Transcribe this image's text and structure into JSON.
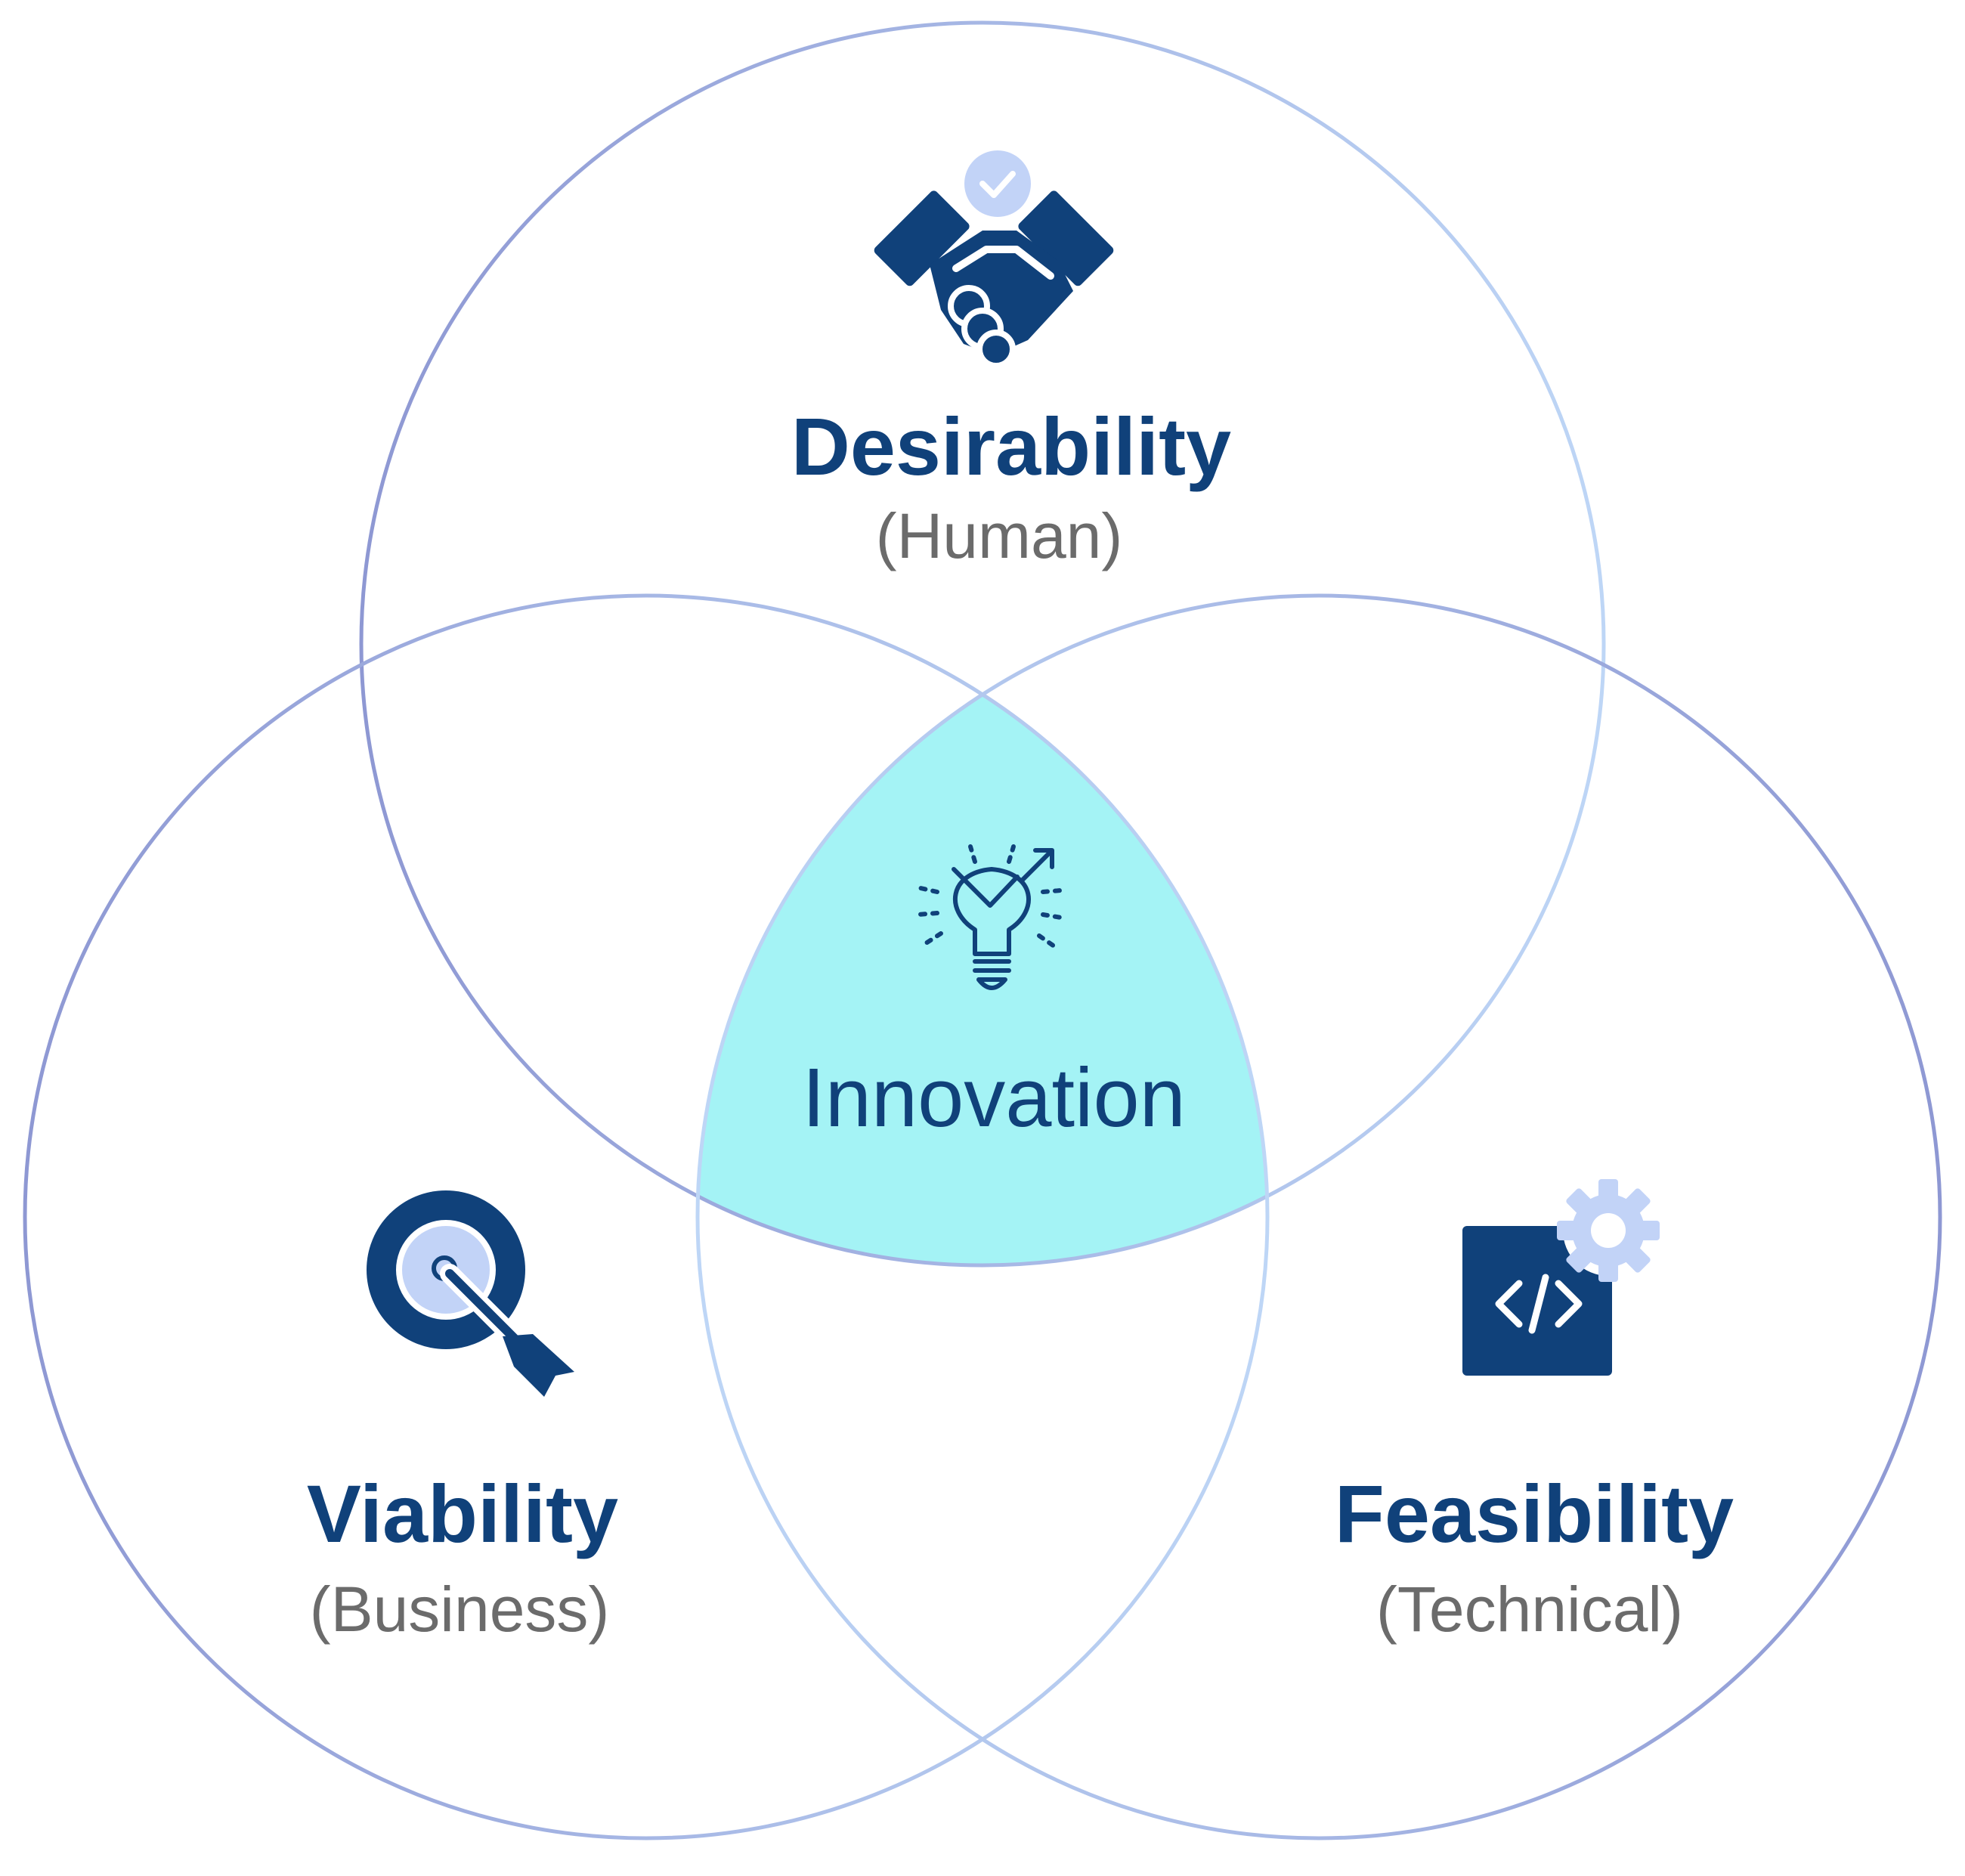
{
  "colors": {
    "navy": "#10417A",
    "light_blue": "#C2D3F7",
    "center_fill": "#A4F3F5",
    "circle_stroke_dark": "#8E98D3",
    "circle_stroke_light": "#BED6F6",
    "subtitle_gray": "#6B6B6B"
  },
  "desirability": {
    "title": "Desirability",
    "subtitle": "(Human)",
    "icon": "handshake-icon"
  },
  "viability": {
    "title": "Viability",
    "subtitle": "(Business)",
    "icon": "target-arrow-icon"
  },
  "feasibility": {
    "title": "Feasibility",
    "subtitle": "(Technical)",
    "icon": "code-gear-icon"
  },
  "innovation": {
    "title": "Innovation",
    "icon": "lightbulb-idea-icon"
  }
}
